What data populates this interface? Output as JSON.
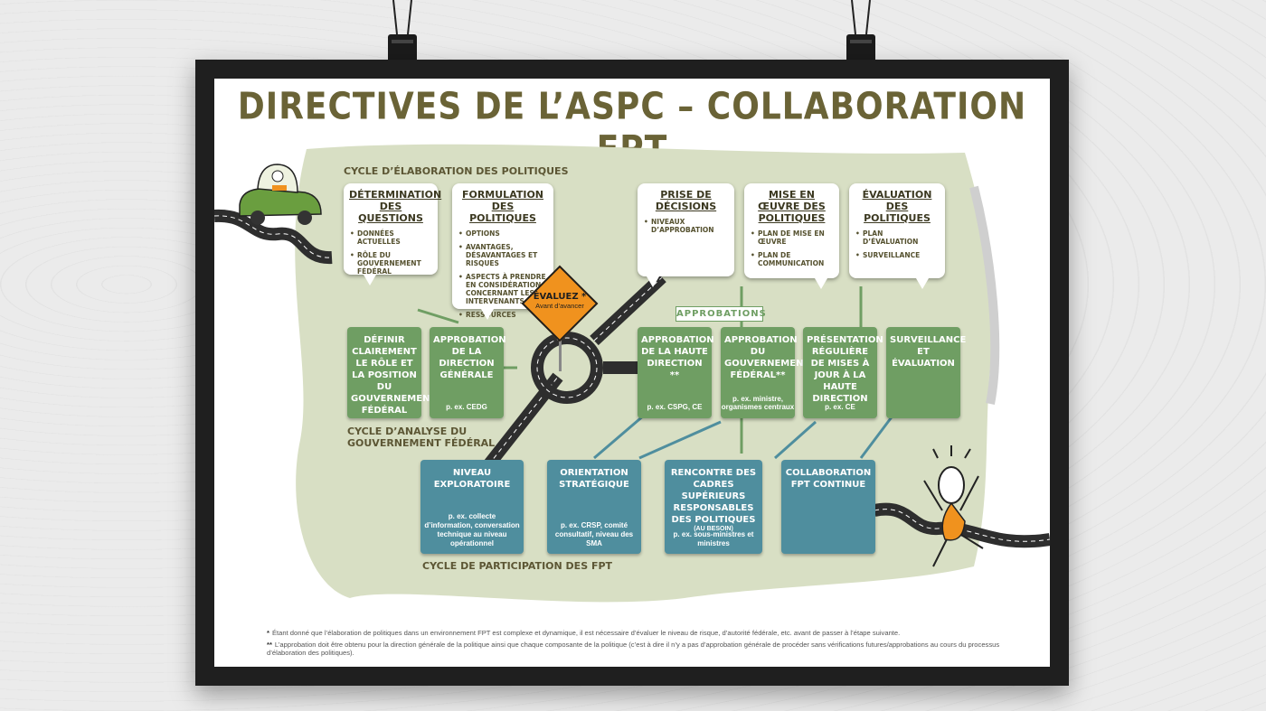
{
  "title": "DIRECTIVES DE L’ASPC – COLLABORATION FPT",
  "cycle_labels": {
    "policy": "CYCLE D’ÉLABORATION DES POLITIQUES",
    "gov_l1": "CYCLE D’ANALYSE DU",
    "gov_l2": "GOUVERNEMENT FÉDÉRAL",
    "fpt": "CYCLE DE PARTICIPATION DES FPT"
  },
  "callouts": [
    {
      "title": "DÉTERMINATION DES QUESTIONS",
      "items": [
        "DONNÉES ACTUELLES",
        "RÔLE DU GOUVERNEMENT FÉDÉRAL"
      ]
    },
    {
      "title": "FORMULATION DES POLITIQUES",
      "items": [
        "OPTIONS",
        "AVANTAGES, DÉSAVANTAGES ET RISQUES",
        "ASPECTS À PRENDRE EN CONSIDÉRATION CONCERNANT LES INTERVENANTS",
        "RESSOURCES"
      ]
    },
    {
      "title": "PRISE DE DÉCISIONS",
      "items": [
        "NIVEAUX D’APPROBATION"
      ]
    },
    {
      "title": "MISE EN ŒUVRE DES POLITIQUES",
      "items": [
        "PLAN DE MISE EN ŒUVRE",
        "PLAN DE COMMUNICATION"
      ]
    },
    {
      "title": "ÉVALUATION DES POLITIQUES",
      "items": [
        "PLAN D’ÉVALUATION",
        "SURVEILLANCE"
      ]
    }
  ],
  "green_boxes": [
    {
      "title": "DÉFINIR CLAIREMENT LE RÔLE ET LA POSITION DU GOUVERNEMENT FÉDÉRAL",
      "sub": ""
    },
    {
      "title": "APPROBATION DE LA DIRECTION GÉNÉRALE",
      "sub": "p. ex.  CEDG"
    },
    {
      "title": "APPROBATION DE LA HAUTE DIRECTION **",
      "sub": "p. ex.  CSPG, CE"
    },
    {
      "title": "APPROBATION DU GOUVERNEMENT FÉDÉRAL**",
      "sub": "p. ex. ministre, organismes centraux"
    },
    {
      "title": "PRÉSENTATION RÉGULIÈRE DE MISES À JOUR À LA HAUTE DIRECTION",
      "sub": "p. ex.  CE"
    },
    {
      "title": "SURVEILLANCE ET ÉVALUATION",
      "sub": ""
    }
  ],
  "approbations_label": "APPROBATIONS",
  "sign": {
    "title": "ÉVALUEZ *",
    "sub": "Avant d’avancer"
  },
  "blue_boxes": [
    {
      "title": "NIVEAU EXPLORATOIRE",
      "note": "",
      "sub": "p. ex. collecte d’information, conversation technique au niveau opérationnel"
    },
    {
      "title": "ORIENTATION STRATÉGIQUE",
      "note": "",
      "sub": "p. ex. CRSP, comité consultatif, niveau des SMA"
    },
    {
      "title": "RENCONTRE DES CADRES SUPÉRIEURS RESPONSABLES DES POLITIQUES",
      "note": "(AU BESOIN)",
      "sub": "p. ex. sous-ministres et ministres"
    },
    {
      "title": "COLLABORATION FPT CONTINUE",
      "note": "",
      "sub": ""
    }
  ],
  "footnotes": [
    {
      "mark": "*",
      "text": "Étant donné que l’élaboration de politiques dans un environnement FPT est complexe et dynamique, il est nécessaire d’évaluer le niveau de risque, d’autorité fédérale, etc. avant de passer à l’étape suivante."
    },
    {
      "mark": "**",
      "text": "L’approbation doit être obtenu pour la direction générale de la politique ainsi que chaque composante de la politique (c’est à dire il n’y a pas d’approbation générale de procéder sans vérifications futures/approbations au cours du processus d’élaboration des politiques)."
    }
  ],
  "colors": {
    "green": "#6f9e63",
    "blue": "#4f8e9e",
    "olive": "#6a6336",
    "sign": "#f0921e",
    "road": "#2e2e2e",
    "blob": "#d8dfc4"
  }
}
